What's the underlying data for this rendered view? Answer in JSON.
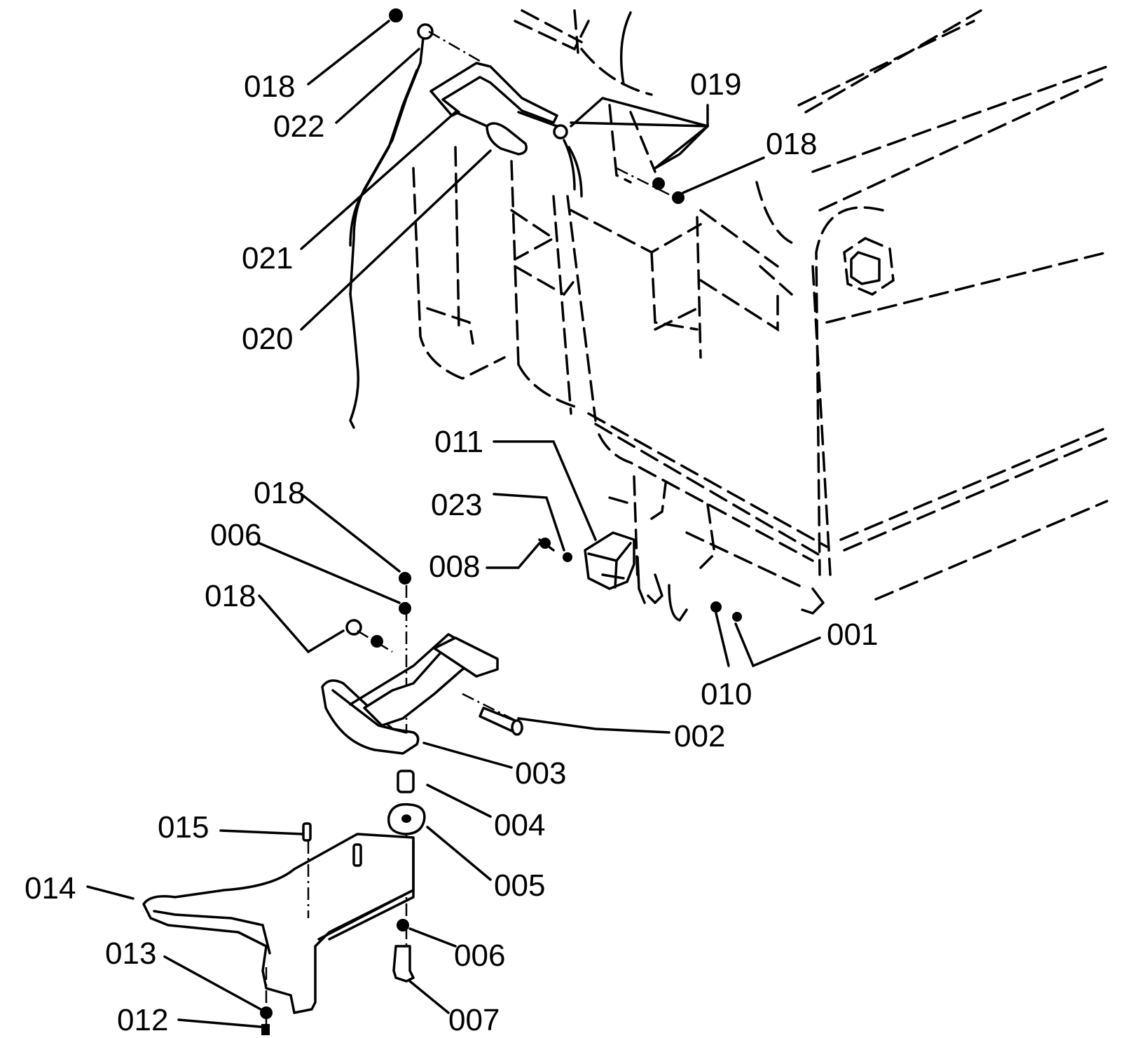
{
  "parts": {
    "p001": "001",
    "p002": "002",
    "p003": "003",
    "p004": "004",
    "p005": "005",
    "p006a": "006",
    "p006b": "006",
    "p007": "007",
    "p008": "008",
    "p010": "010",
    "p011": "011",
    "p012": "012",
    "p013": "013",
    "p014": "014",
    "p015": "015",
    "p018a": "018",
    "p018b": "018",
    "p018c": "018",
    "p018d": "018",
    "p019": "019",
    "p020": "020",
    "p021": "021",
    "p022": "022",
    "p023": "023"
  }
}
